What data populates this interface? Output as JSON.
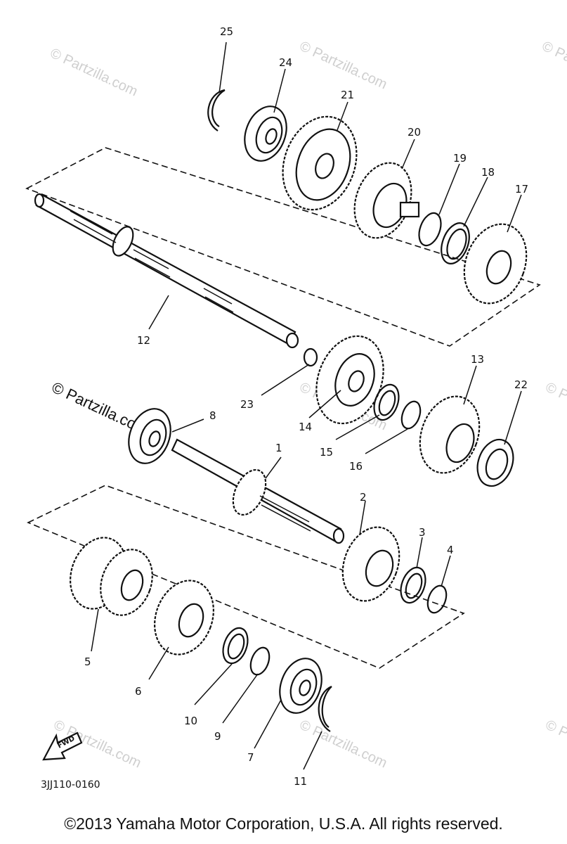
{
  "watermark": {
    "text": "© Partzilla.com",
    "prominent_text": "© Partzilla.com"
  },
  "parts": [
    {
      "label": "1"
    },
    {
      "label": "2"
    },
    {
      "label": "3"
    },
    {
      "label": "4"
    },
    {
      "label": "5"
    },
    {
      "label": "6"
    },
    {
      "label": "7"
    },
    {
      "label": "8"
    },
    {
      "label": "9"
    },
    {
      "label": "10"
    },
    {
      "label": "11"
    },
    {
      "label": "12"
    },
    {
      "label": "13"
    },
    {
      "label": "14"
    },
    {
      "label": "15"
    },
    {
      "label": "16"
    },
    {
      "label": "17"
    },
    {
      "label": "18"
    },
    {
      "label": "19"
    },
    {
      "label": "20"
    },
    {
      "label": "21"
    },
    {
      "label": "22"
    },
    {
      "label": "23"
    },
    {
      "label": "24"
    },
    {
      "label": "25"
    }
  ],
  "fwd_arrow_label": "FWD",
  "diagram_code": "3JJ110-0160",
  "copyright": "©2013 Yamaha Motor Corporation, U.S.A. All rights reserved."
}
